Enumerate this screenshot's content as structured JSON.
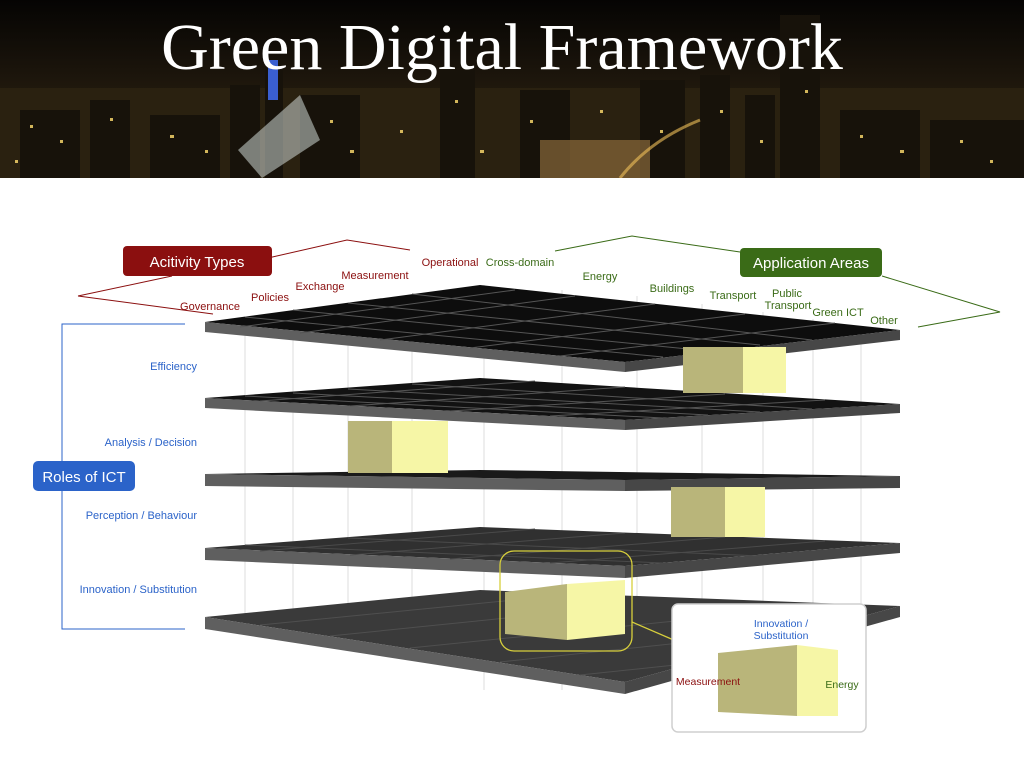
{
  "title": "Green Digital Framework",
  "activity_types": {
    "header": "Acitivity Types",
    "items": [
      "Governance",
      "Policies",
      "Exchange",
      "Measurement",
      "Operational"
    ]
  },
  "application_areas": {
    "header": "Application Areas",
    "items": [
      "Cross-domain",
      "Energy",
      "Buildings",
      "Transport",
      "Public",
      "Transport",
      "Green ICT",
      "Other"
    ]
  },
  "roles_of_ict": {
    "header": "Roles of ICT",
    "items": [
      "Efficiency",
      "Analysis / Decision",
      "Perception / Behaviour",
      "Innovation / Substitution"
    ]
  },
  "example": {
    "role_line1": "Innovation /",
    "role_line2": "Substitution",
    "activity": "Measurement",
    "area": "Energy"
  },
  "colors": {
    "activity": "#8b0f0f",
    "application": "#3a6b17",
    "roles": "#2b63c9",
    "cube_front": "#b9b57a",
    "cube_side": "#f6f6a6"
  }
}
